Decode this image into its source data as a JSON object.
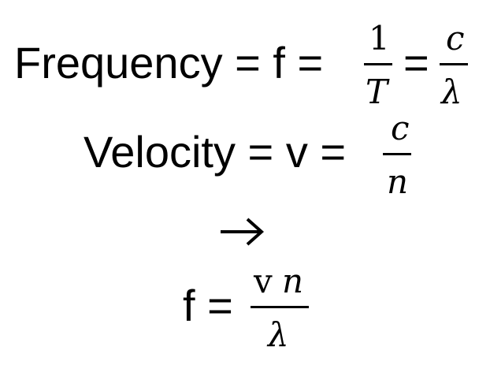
{
  "line1": {
    "label": "Frequency = f =",
    "frac1": {
      "numerator": "1",
      "denominator": "T"
    },
    "equals": "=",
    "frac2": {
      "numerator": "c",
      "denominator": "λ"
    }
  },
  "line2": {
    "label": "Velocity = v =",
    "frac": {
      "numerator": "c",
      "denominator": "n"
    }
  },
  "arrow_icon": "right-arrow",
  "line4": {
    "label": "f =",
    "frac": {
      "numerator_v": "v",
      "numerator_n": "n",
      "denominator": "λ"
    }
  }
}
